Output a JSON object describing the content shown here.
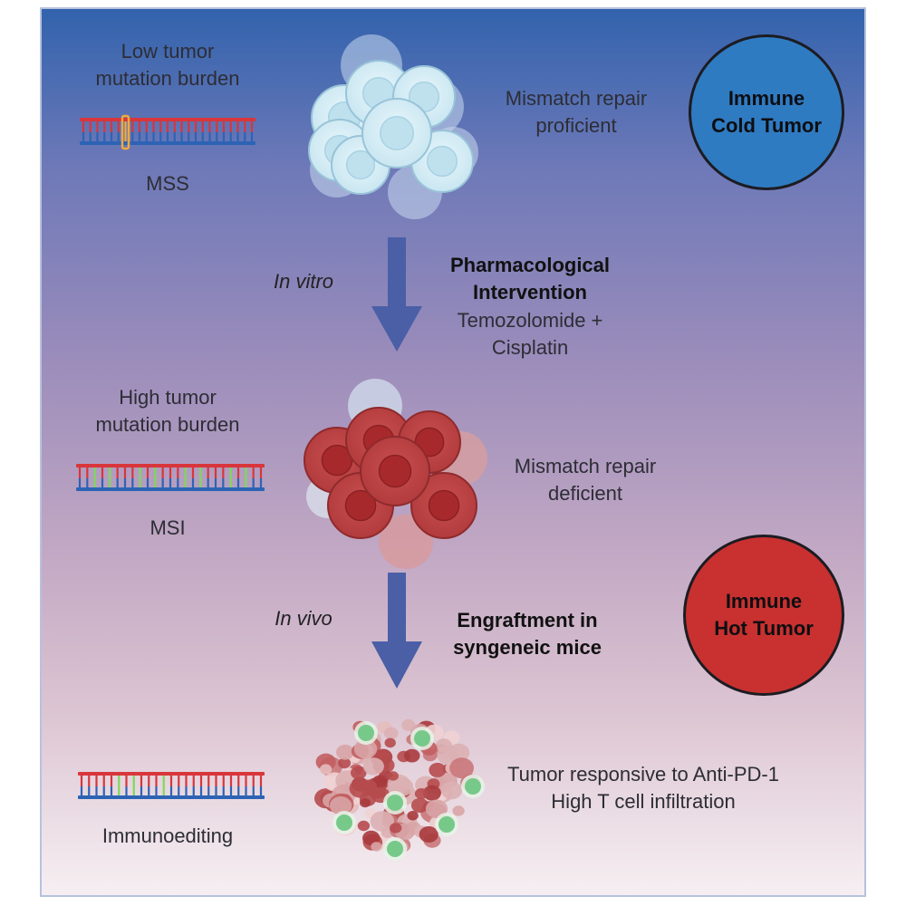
{
  "top": {
    "burden_label": "Low tumor\nmutation burden",
    "status_label": "MSS",
    "repair_label": "Mismatch repair\nproficient",
    "circle_label": "Immune\nCold Tumor",
    "circle_color": "#2f7bc2"
  },
  "step1": {
    "condition": "In vitro",
    "heading": "Pharmacological\nIntervention",
    "drugs": "Temozolomide +\nCisplatin"
  },
  "middle": {
    "burden_label": "High tumor\nmutation burden",
    "status_label": "MSI",
    "repair_label": "Mismatch repair\ndeficient",
    "circle_label": "Immune\nHot Tumor",
    "circle_color": "#c8312f"
  },
  "step2": {
    "condition": "In vivo",
    "heading": "Engraftment in\nsyngeneic mice"
  },
  "bottom": {
    "dna_label": "Immunoediting",
    "result_label": "Tumor responsive to Anti-PD-1\nHigh T cell infiltration"
  },
  "colors": {
    "arrow": "#4a5fa6",
    "dna_top_strand": "#d8363b",
    "dna_bottom_strand": "#2d63b5",
    "mutation_mark": "#7ed957",
    "mss_mark": "#f2a93b",
    "t_cell": "#77c98a"
  }
}
